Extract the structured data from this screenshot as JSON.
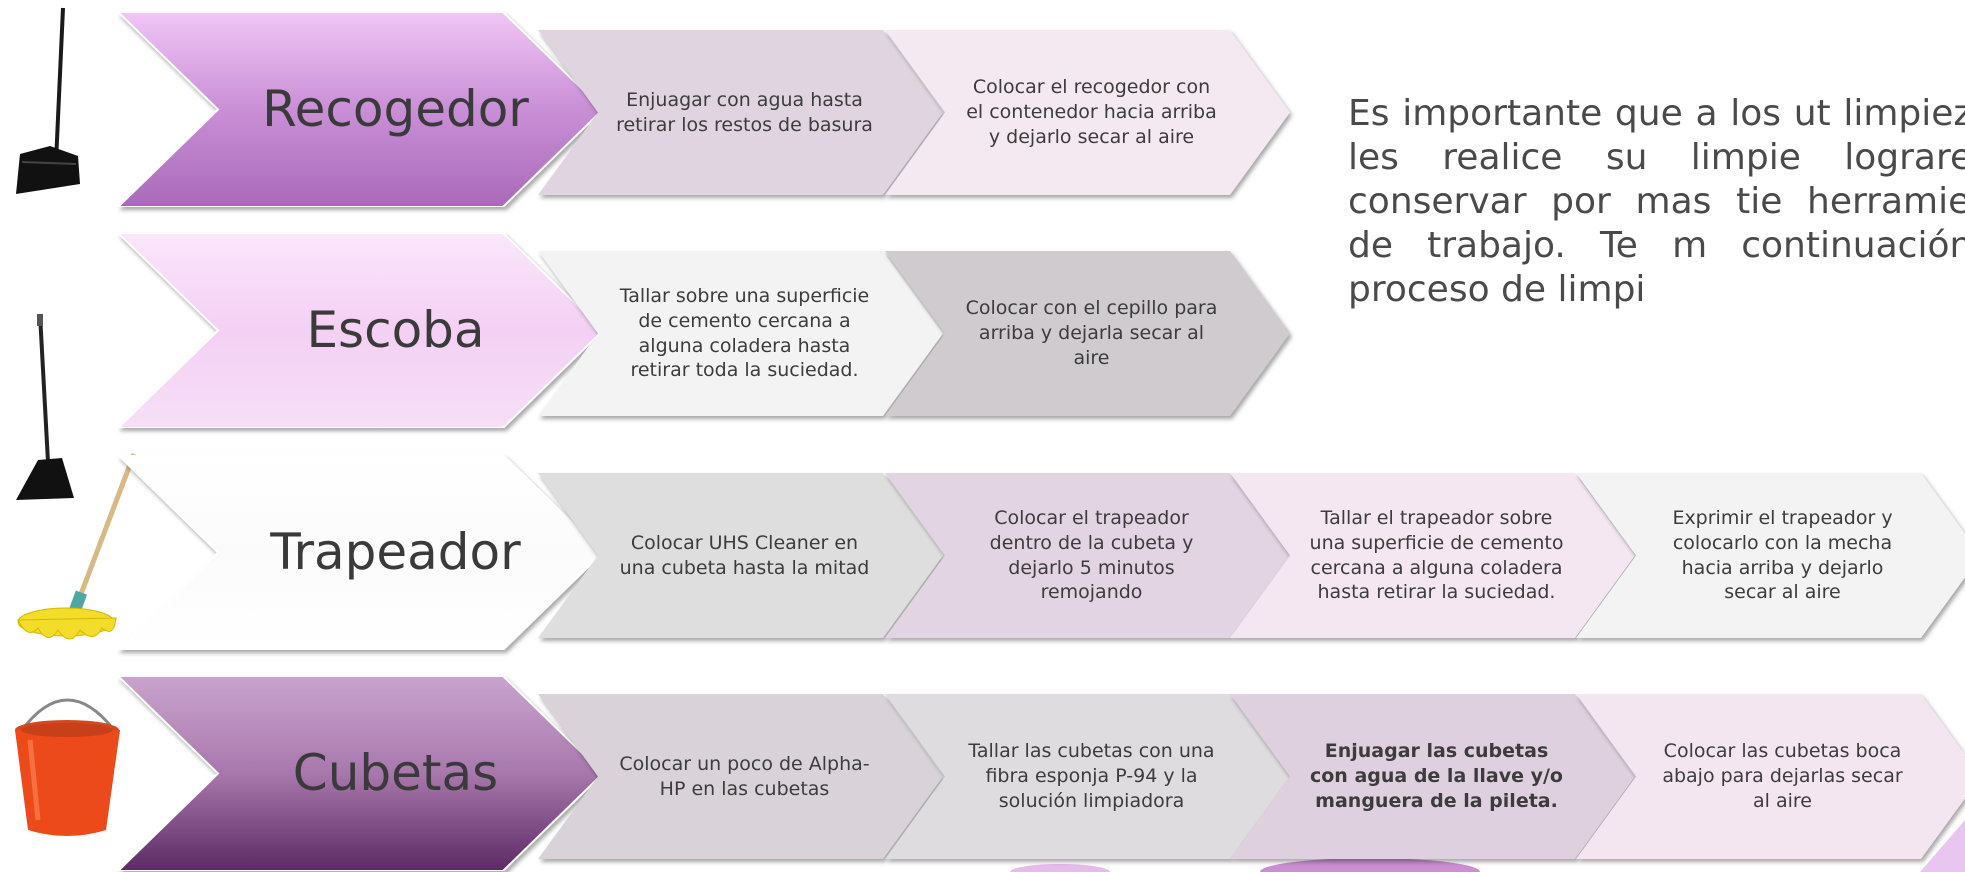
{
  "intro": "Es importante que a los ut limpieza se les realice su limpie lograremos conservar por mas tie herramientas de trabajo. Te m continuación su proceso de limpi",
  "rows": [
    {
      "tool": "Recogedor",
      "tool_icon": "dustpan-icon",
      "main_fill": [
        "#f0c6f5",
        "#c98fd6",
        "#a96ab9"
      ],
      "steps": [
        {
          "text": "Enjuagar con agua hasta retirar los restos de basura",
          "fill": "#e0d4e0"
        },
        {
          "text": "Colocar el recogedor con el contenedor hacia arriba y dejarlo secar al aire",
          "fill": "#f4e8f1"
        }
      ]
    },
    {
      "tool": "Escoba",
      "tool_icon": "broom-icon",
      "main_fill": [
        "#fae6fb",
        "#f4d0f4",
        "#f6dff7"
      ],
      "steps": [
        {
          "text": "Tallar sobre una superficie de cemento cercana a alguna coladera hasta retirar toda la suciedad.",
          "fill": "#f3f3f3"
        },
        {
          "text": "Colocar con el cepillo para arriba y dejarla secar al aire",
          "fill": "#cfcbcf"
        }
      ]
    },
    {
      "tool": "Trapeador",
      "tool_icon": "mop-icon",
      "main_fill": [
        "#ffffff",
        "#fbfbfb",
        "#ffffff"
      ],
      "steps": [
        {
          "text": "Colocar UHS Cleaner en una cubeta hasta la mitad",
          "fill": "#dedede"
        },
        {
          "text": "Colocar el trapeador dentro de la cubeta y dejarlo 5 minutos remojando",
          "fill": "#e2d4e2"
        },
        {
          "text": "Tallar el trapeador sobre una superficie de cemento cercana a alguna coladera hasta retirar la suciedad.",
          "fill": "#f5e7f2"
        },
        {
          "text": "Exprimir el trapeador y colocarlo con la mecha hacia arriba y dejarlo secar al aire",
          "fill": "#f3f3f3"
        }
      ]
    },
    {
      "tool": "Cubetas",
      "tool_icon": "bucket-icon",
      "main_fill": [
        "#c9a3ce",
        "#a878ac",
        "#5c2a64"
      ],
      "steps": [
        {
          "text": "Colocar un poco de Alpha- HP en las cubetas",
          "fill": "#d9d3d9"
        },
        {
          "text": "Tallar las cubetas con una fibra esponja P-94 y la solución limpiadora",
          "fill": "#dfdcdf"
        },
        {
          "text": "Enjuagar las cubetas con agua de la llave y/o manguera de la pileta.",
          "fill": "#dfd0df",
          "bold": true
        },
        {
          "text": "Colocar las cubetas boca abajo para dejarlas secar al aire",
          "fill": "#f4e6f1"
        }
      ]
    }
  ]
}
